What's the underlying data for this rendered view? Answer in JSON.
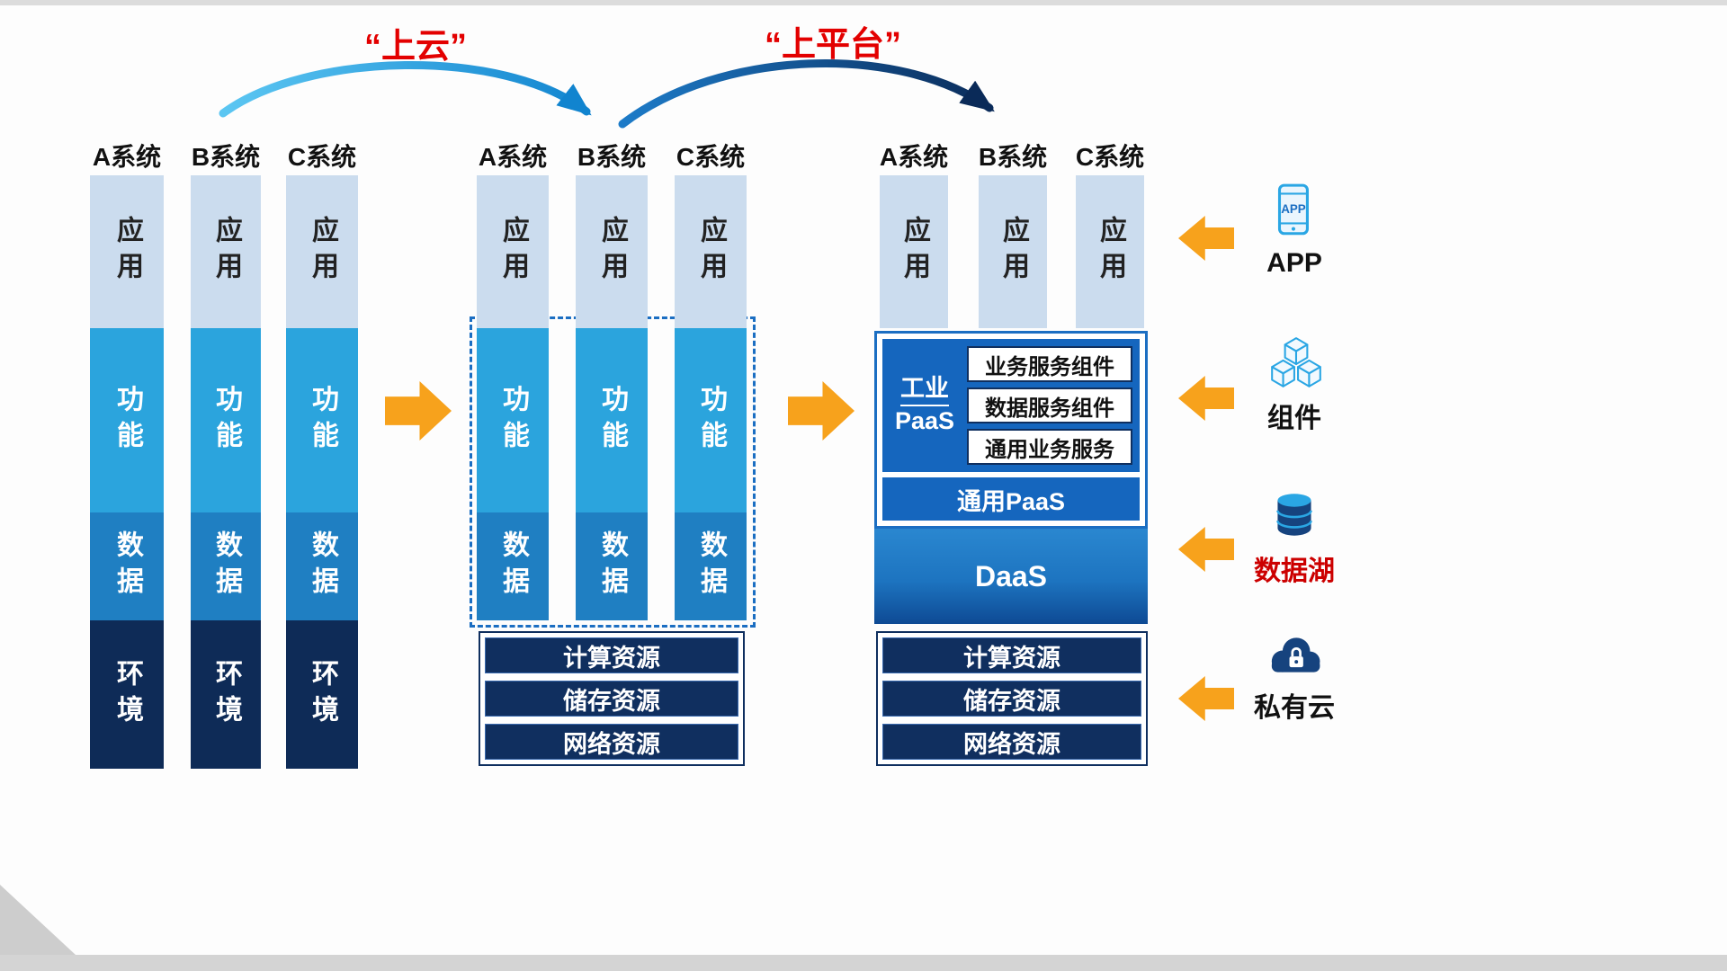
{
  "arrows": {
    "cloud_label": "“上云”",
    "platform_label": "“上平台”"
  },
  "stage1": {
    "headers": [
      "A系统",
      "B系统",
      "C系统"
    ],
    "app": "应用",
    "func": "功能",
    "data": "数据",
    "env": "环境"
  },
  "stage2": {
    "headers": [
      "A系统",
      "B系统",
      "C系统"
    ],
    "app": "应用",
    "func": "功能",
    "data": "数据",
    "resources": [
      "计算资源",
      "储存资源",
      "网络资源"
    ]
  },
  "stage3": {
    "headers": [
      "A系统",
      "B系统",
      "C系统"
    ],
    "app": "应用",
    "paas_line1": "工业",
    "paas_line2": "PaaS",
    "paas_items": [
      "业务服务组件",
      "数据服务组件",
      "通用业务服务"
    ],
    "common_paas": "通用PaaS",
    "daas": "DaaS",
    "resources": [
      "计算资源",
      "储存资源",
      "网络资源"
    ]
  },
  "legend": {
    "items": [
      {
        "icon": "app-icon",
        "icon_text": "APP",
        "label": "APP"
      },
      {
        "icon": "components-icon",
        "label": "组件"
      },
      {
        "icon": "datalake-icon",
        "label": "数据湖"
      },
      {
        "icon": "cloud-lock-icon",
        "label": "私有云"
      }
    ]
  },
  "colors": {
    "accent_orange": "#f7a21c",
    "label_red": "#e30000",
    "app_block": "#cbdcee",
    "function_block": "#2ba4dd",
    "data_block": "#1f7fc2",
    "env_block": "#0e2b57",
    "resource_bar": "#102f5f",
    "platform_blue": "#1566be",
    "daas_blue": "#1d74c0",
    "arrow_light_blue": "#2aa6e4",
    "arrow_navy": "#0b2a5a"
  }
}
